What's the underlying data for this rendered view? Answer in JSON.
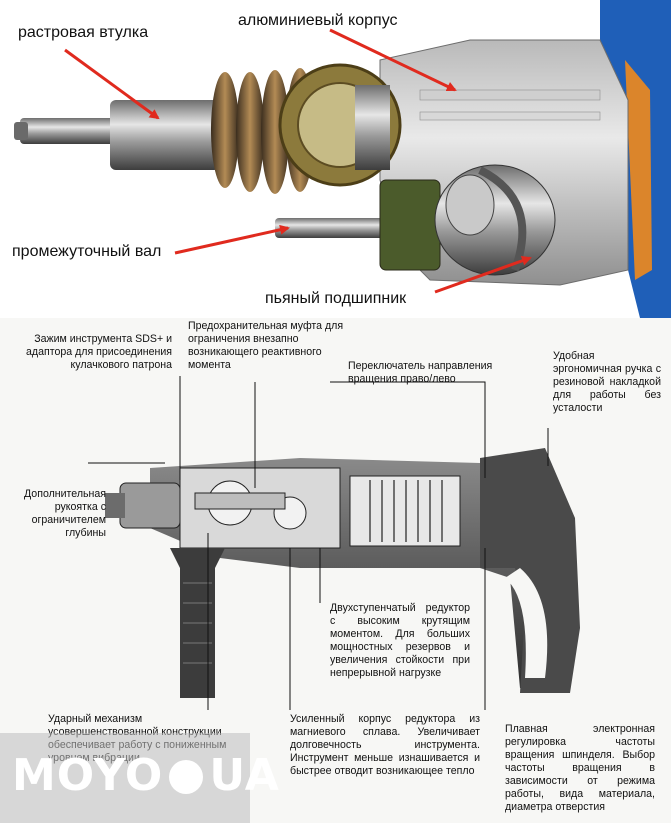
{
  "photo": {
    "labels": {
      "sleeve": "растровая втулка",
      "housing": "алюминиевый корпус",
      "shaft": "промежуточный вал",
      "bearing": "пьяный подшипник"
    },
    "colors": {
      "arrow": "#e02a1e",
      "housing_blue": "#1f5fb8",
      "background": "#ffffff"
    }
  },
  "diagram": {
    "notes": {
      "sds": "Зажим инструмента SDS+ и адаптора для присоединения кулачкового патрона",
      "clutch": "Предохранительная муфта для ограничения внезапно возникающего реактивного момента",
      "switch": "Переключатель направления вращения право/лево",
      "handle": "Удобная эргономичная ручка с резиновой накладкой для работы без усталости",
      "side_handle": "Дополнительная рукоятка с ограничителем глубины",
      "gearbox": "Двухступенчатый редуктор с высоким крутящим моментом. Для больших мощностных резервов и увеличения стойкости при непрерывной нагрузке",
      "hammer": "Ударный механизм усовершенствованной конструкции обеспечивает работу с пониженным уровнем вибрации",
      "housing": "Усиленный корпус редуктора из магниевого сплава. Увеличивает долговечность инструмента. Инструмент меньше изнашивается и быстрее отводит возникающее тепло",
      "speed": "Плавная электронная регулировка частоты вращения шпинделя. Выбор частоты вращения в зависимости от режима работы, вида материала, диаметра отверстия"
    }
  },
  "watermark": {
    "left": "MOYO",
    "right": "UA"
  }
}
